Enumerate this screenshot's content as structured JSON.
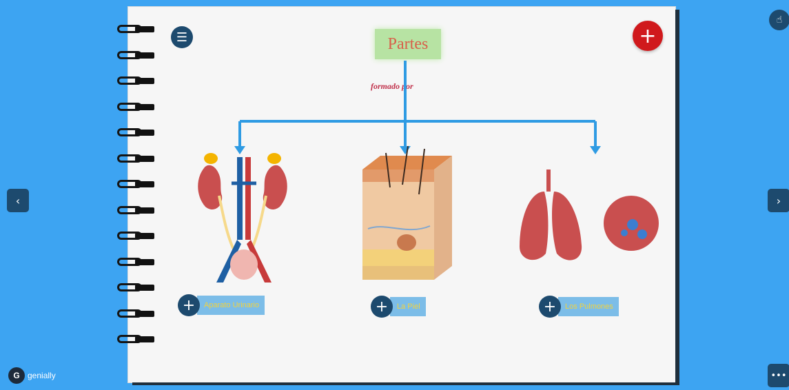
{
  "title": "Partes",
  "subtitle": "formado por",
  "items": [
    {
      "label": "Aparato Urinario",
      "plus": "+"
    },
    {
      "label": "La Piel",
      "plus": "+"
    },
    {
      "label": "Los Pulmones",
      "plus": "+"
    }
  ],
  "controls": {
    "menu_icon": "☰",
    "add_icon": "+",
    "prev_icon": "‹",
    "next_icon": "›",
    "more_icon": "•••",
    "touch_icon": "☝"
  },
  "brand": {
    "logo": "G",
    "name": "genially"
  },
  "colors": {
    "background": "#3da4f2",
    "accent_dark": "#1d4a6e",
    "add_button": "#d0191c",
    "connector": "#2f9be3",
    "title_box": "#b7e3a3",
    "label_bg": "#7cbde8"
  }
}
